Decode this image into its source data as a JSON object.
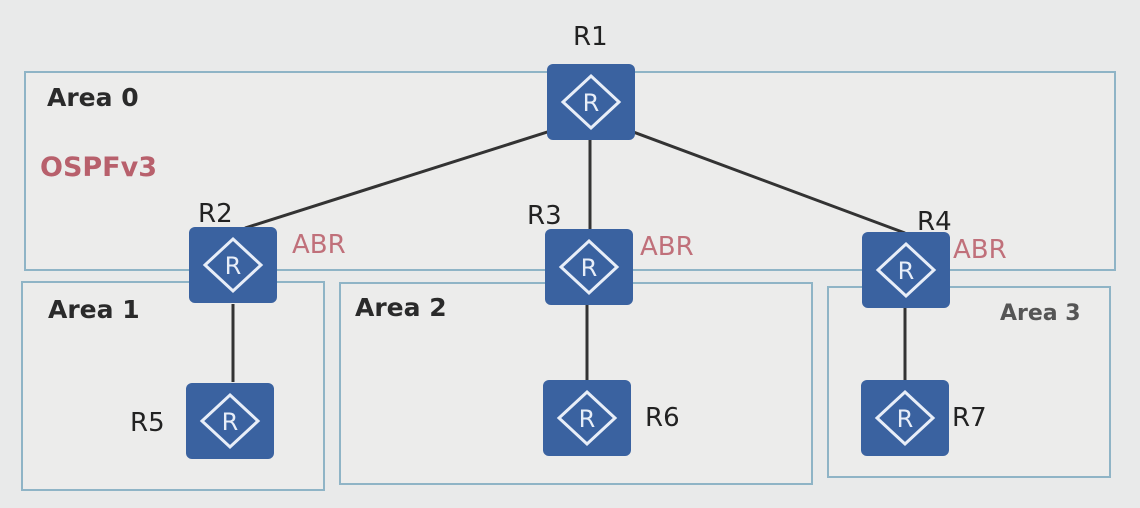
{
  "protocol": "OSPFv3",
  "areas": [
    {
      "label": "Area 0"
    },
    {
      "label": "Area 1"
    },
    {
      "label": "Area 2"
    },
    {
      "label": "Area 3"
    }
  ],
  "routers": [
    {
      "name": "R1",
      "icon": "router-icon"
    },
    {
      "name": "R2",
      "role": "ABR",
      "icon": "router-icon"
    },
    {
      "name": "R3",
      "role": "ABR",
      "icon": "router-icon"
    },
    {
      "name": "R4",
      "role": "ABR",
      "icon": "router-icon"
    },
    {
      "name": "R5",
      "icon": "router-icon"
    },
    {
      "name": "R6",
      "icon": "router-icon"
    },
    {
      "name": "R7",
      "icon": "router-icon"
    }
  ],
  "links": [
    [
      "R1",
      "R2"
    ],
    [
      "R1",
      "R3"
    ],
    [
      "R1",
      "R4"
    ],
    [
      "R2",
      "R5"
    ],
    [
      "R3",
      "R6"
    ],
    [
      "R4",
      "R7"
    ]
  ],
  "colors": {
    "router": "#3a62a0",
    "abr_text": "#c0707a",
    "area_border": "#8fb4c6"
  }
}
